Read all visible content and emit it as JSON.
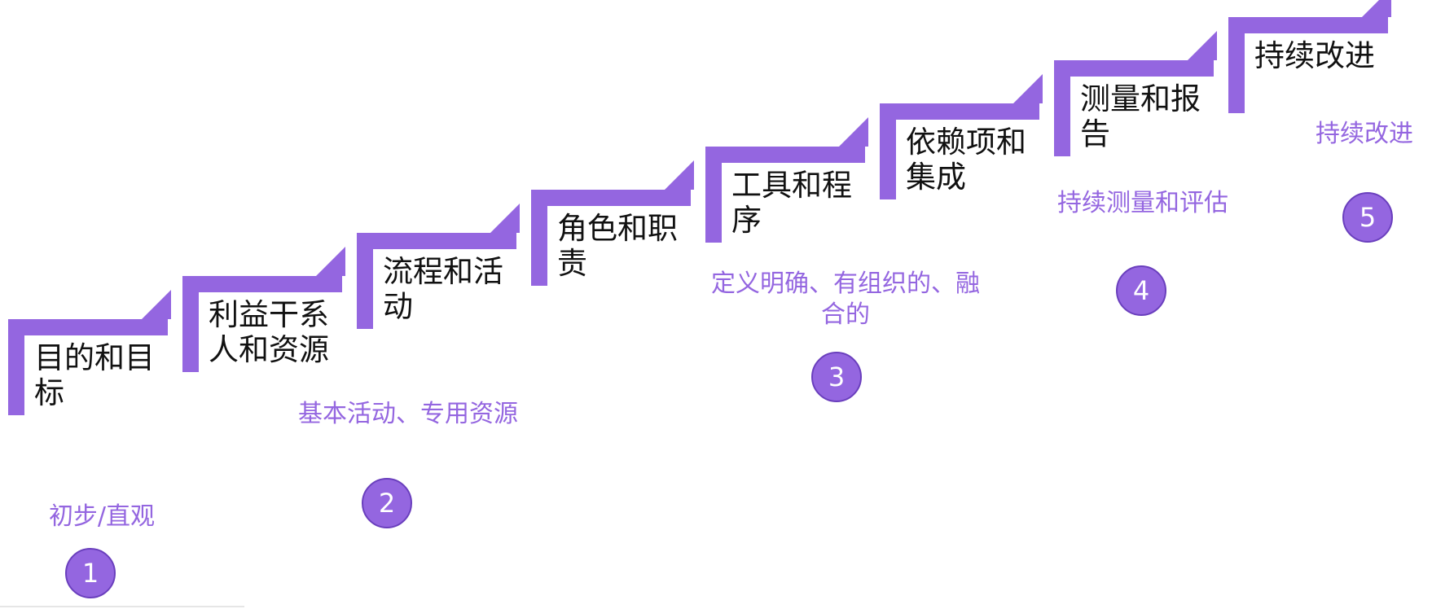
{
  "steps": [
    {
      "label": "目的和目标"
    },
    {
      "label": "利益干系人和资源"
    },
    {
      "label": "流程和活动"
    },
    {
      "label": "角色和职责"
    },
    {
      "label": "工具和程序"
    },
    {
      "label": "依赖项和集成"
    },
    {
      "label": "测量和报告"
    },
    {
      "label": "持续改进"
    }
  ],
  "levels": [
    {
      "number": "1",
      "description": "初步/直观"
    },
    {
      "number": "2",
      "description": "基本活动、专用资源"
    },
    {
      "number": "3",
      "description": "定义明确、有组织的、融合的"
    },
    {
      "number": "4",
      "description": "持续测量和评估"
    },
    {
      "number": "5",
      "description": "持续改进"
    }
  ],
  "colors": {
    "accent": "#9466e0",
    "text": "#111111"
  }
}
